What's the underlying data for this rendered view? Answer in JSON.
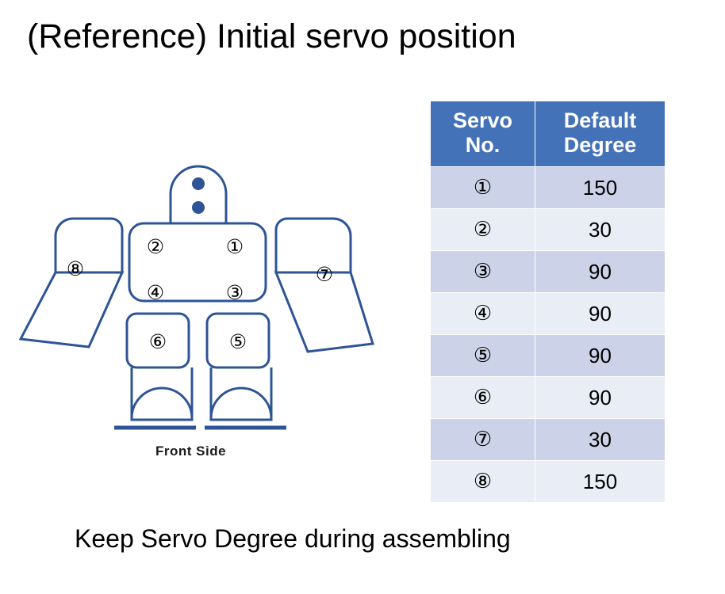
{
  "slide": {
    "title": "(Reference) Initial servo position",
    "caption": "Keep Servo Degree during assembling",
    "front_side_label": "Front Side"
  },
  "table": {
    "headers": [
      "Servo No.",
      "Default Degree"
    ],
    "header_line1": [
      "Servo",
      "Default"
    ],
    "header_line2": [
      "No.",
      "Degree"
    ],
    "rows": [
      {
        "no": "①",
        "degree": "150"
      },
      {
        "no": "②",
        "degree": "30"
      },
      {
        "no": "③",
        "degree": "90"
      },
      {
        "no": "④",
        "degree": "90"
      },
      {
        "no": "⑤",
        "degree": "90"
      },
      {
        "no": "⑥",
        "degree": "90"
      },
      {
        "no": "⑦",
        "degree": "30"
      },
      {
        "no": "⑧",
        "degree": "150"
      }
    ]
  },
  "figure": {
    "labels": {
      "l1": "①",
      "l2": "②",
      "l3": "③",
      "l4": "④",
      "l5": "⑤",
      "l6": "⑥",
      "l7": "⑦",
      "l8": "⑧"
    }
  },
  "colors": {
    "header_bg": "#4472b8",
    "row_odd": "#ccd3e8",
    "row_even": "#e9edf5",
    "outline": "#2e5496",
    "dot": "#2e5496"
  }
}
